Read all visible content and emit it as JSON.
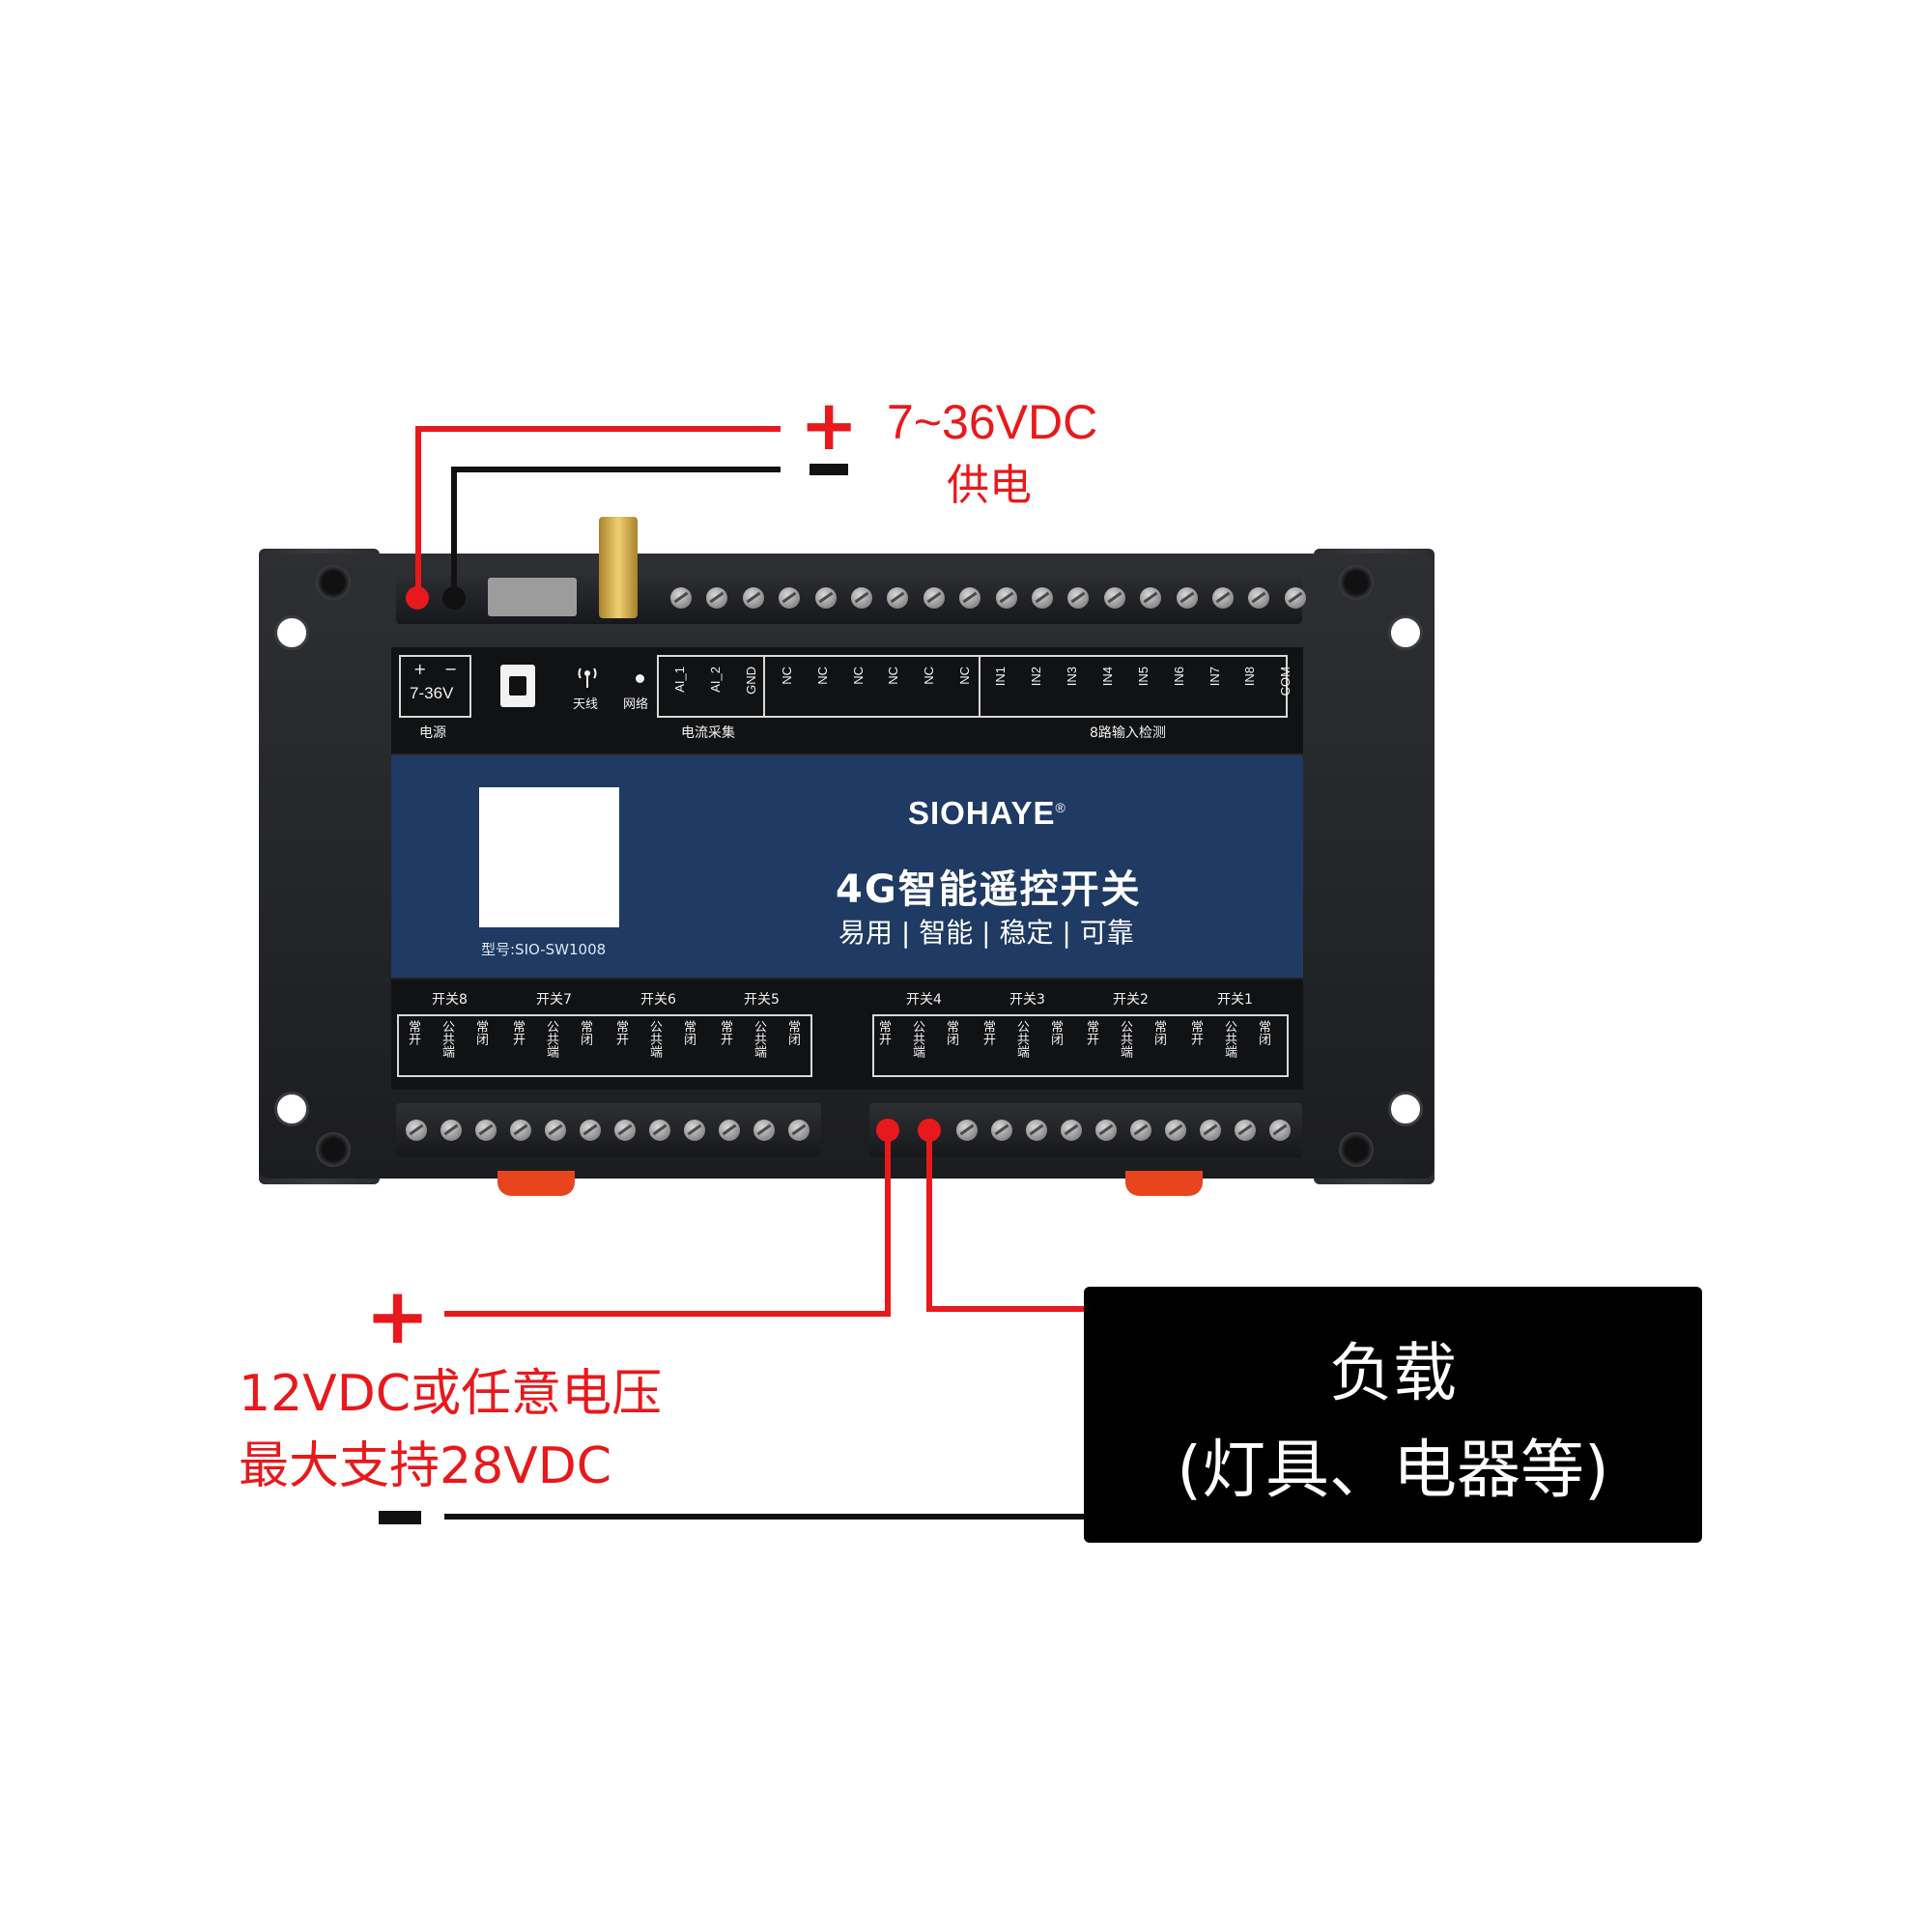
{
  "power_supply": {
    "plus_sign": "+",
    "minus_sign": "-",
    "voltage": "7~36VDC",
    "label": "供电"
  },
  "device": {
    "power_plus": "+",
    "power_minus": "−",
    "power_voltage": "7-36V",
    "power_caption": "电源",
    "antenna_caption": "天线",
    "network_caption": "网络",
    "current_caption": "电流采集",
    "input_caption": "8路输入检测",
    "top_terminals": [
      "AI_1",
      "AI_2",
      "GND",
      "NC",
      "NC",
      "NC",
      "NC",
      "NC",
      "NC",
      "IN1",
      "IN2",
      "IN3",
      "IN4",
      "IN5",
      "IN6",
      "IN7",
      "IN8",
      "COM"
    ],
    "brand": "SIOHAYE",
    "brand_mark": "®",
    "product_name": "4G智能遥控开关",
    "slogan": "易用 | 智能 | 稳定 | 可靠",
    "model": "型号:SIO-SW1008",
    "switch_labels_left": [
      "开关8",
      "开关7",
      "开关6",
      "开关5"
    ],
    "switch_labels_right": [
      "开关4",
      "开关3",
      "开关2",
      "开关1"
    ],
    "relay_terminals": [
      "常开",
      "公共端",
      "常闭"
    ]
  },
  "load_supply": {
    "plus_sign": "+",
    "minus_sign": "-",
    "line1": "12VDC或任意电压",
    "line2": "最大支持28VDC"
  },
  "load": {
    "line1": "负载",
    "line2": "(灯具、电器等)"
  },
  "colors": {
    "wire_red": "#e8191c",
    "wire_black": "#111111",
    "panel_blue": "#1f3a63",
    "device_body": "#2a2b2f"
  }
}
